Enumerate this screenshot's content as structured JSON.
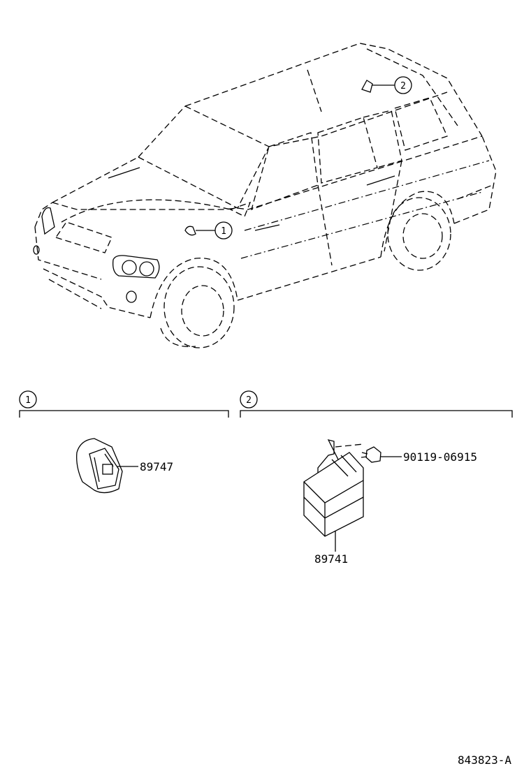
{
  "callouts": [
    {
      "id": "1",
      "label": "1"
    },
    {
      "id": "2",
      "label": "2"
    }
  ],
  "sections": [
    {
      "marker": "1",
      "parts": [
        {
          "number": "89747"
        }
      ]
    },
    {
      "marker": "2",
      "parts": [
        {
          "number": "90119-06915"
        },
        {
          "number": "89741"
        }
      ]
    }
  ],
  "figure_code": "843823-A"
}
